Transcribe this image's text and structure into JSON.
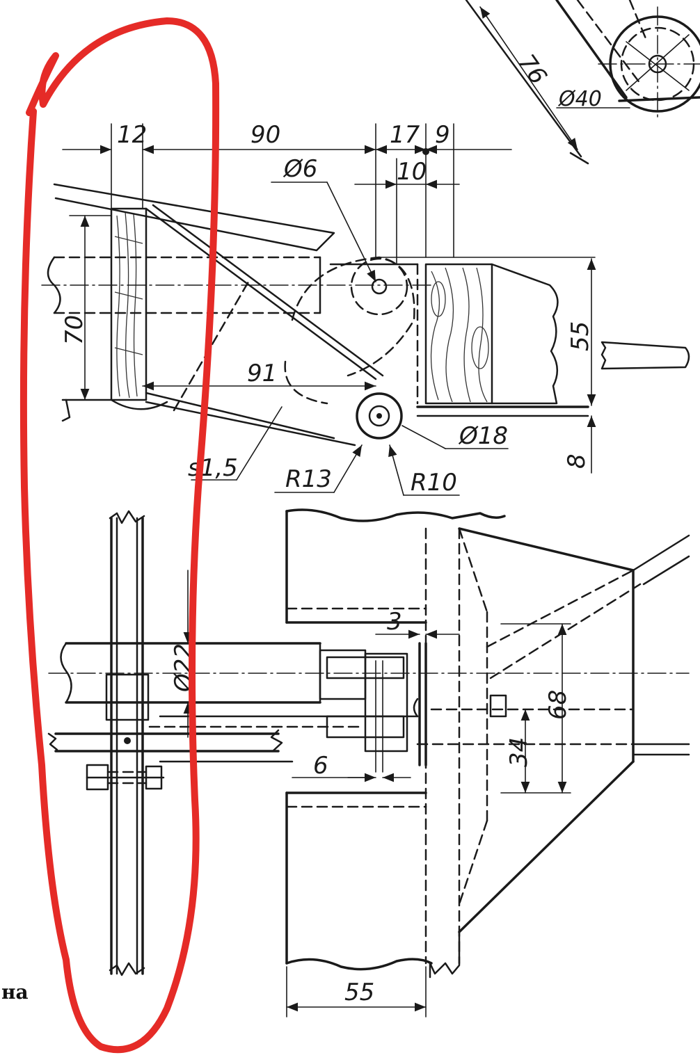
{
  "drawing": {
    "top_view_dimensions": {
      "d12": "12",
      "d90": "90",
      "d17": "17",
      "d9": "9",
      "d10": "10",
      "dia6": "Ø6",
      "d70": "70",
      "d55_right": "55",
      "d91": "91",
      "dia18": "Ø18",
      "s15": "s1,5",
      "r13": "R13",
      "r10": "R10",
      "d8": "8"
    },
    "corner_dimensions": {
      "d76": "76",
      "dia40": "Ø40"
    },
    "lower_view_dimensions": {
      "d3": "3",
      "dia22": "Ø22",
      "d68": "68",
      "d34": "34",
      "d6": "6",
      "d55_bottom": "55"
    },
    "margin_text": "на"
  },
  "colors": {
    "ink": "#1a1a1a",
    "annotation": "#e52b27",
    "background": "#ffffff"
  }
}
